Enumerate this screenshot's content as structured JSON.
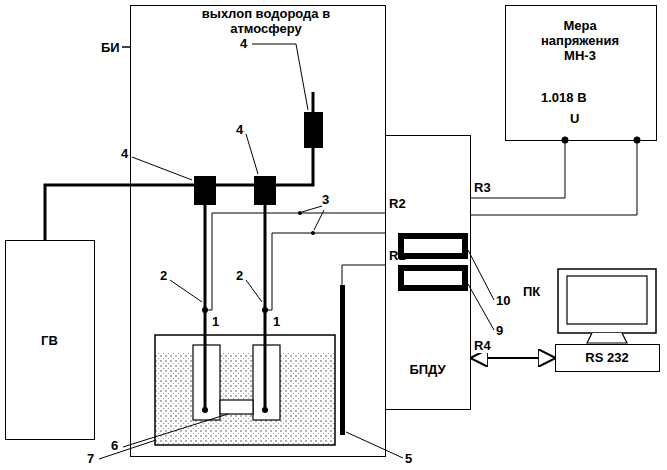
{
  "diagram": {
    "nodes": [
      {
        "text": [
          "БИ"
        ]
      },
      {
        "text": [
          "ГВ"
        ]
      },
      {
        "text": [
          "БПДУ"
        ]
      },
      {
        "text": [
          "Мера напряжения МН-3",
          "1.018 В",
          "U"
        ]
      },
      {
        "text": [
          "ПК"
        ]
      },
      {
        "text": [
          "RS 232"
        ]
      }
    ],
    "edges": [
      {
        "from": 2,
        "to": 3,
        "arrow": "none",
        "label": "R3"
      },
      {
        "from": 2,
        "to": 5,
        "arrow": "both",
        "label": "R4"
      }
    ],
    "labels": [
      "выхлоп водорода в атмосферу",
      "4",
      "4",
      "4",
      "2",
      "2",
      "3",
      "1",
      "1",
      "R2",
      "R1",
      "10",
      "9",
      "5",
      "6",
      "7"
    ]
  }
}
